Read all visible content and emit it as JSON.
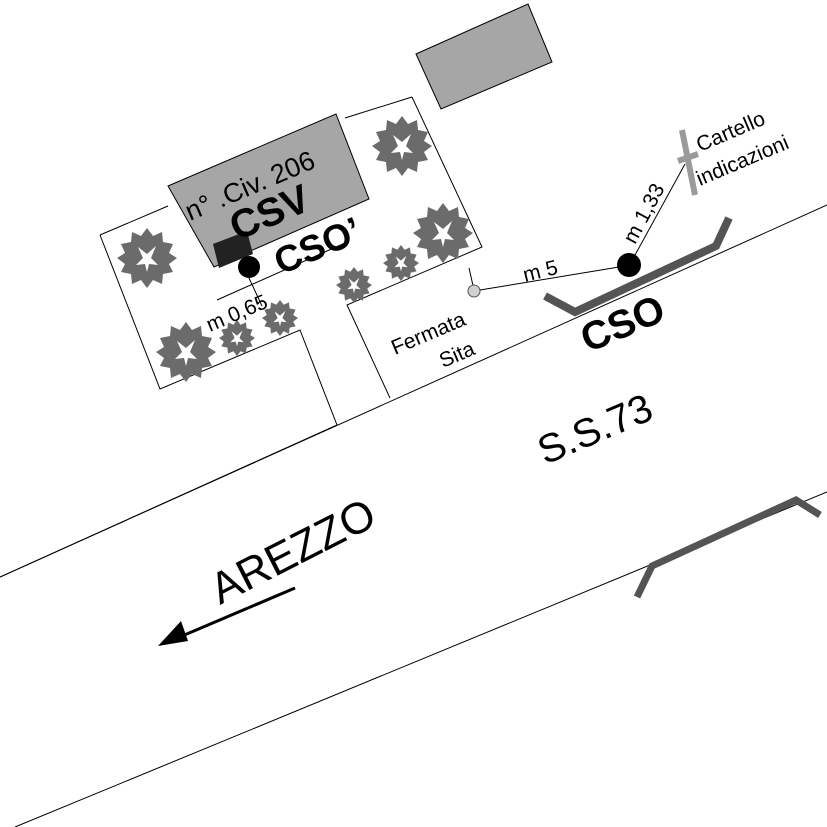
{
  "map": {
    "labels": {
      "civic_number": "n° .Civ. 206",
      "csv": "CSV",
      "cso_prime": "CSO’",
      "cso": "CSO",
      "dist_065": "m 0,65",
      "dist_5": "m 5",
      "dist_133": "m 1,33",
      "sign_line1": "Cartello",
      "sign_line2": "indicazioni",
      "stop_line1": "Fermata",
      "stop_line2": "Sita",
      "road": "S.S.73",
      "direction": "AREZZO"
    },
    "icons": [
      "tree-icon",
      "arrow-left-icon",
      "bus-stop-icon",
      "sign-post-icon"
    ],
    "colors": {
      "building": "#a6a6a6",
      "tree": "#6b6b6b",
      "marker": "#000000",
      "shelter": "#545454",
      "sign": "#9a9a9a"
    }
  }
}
